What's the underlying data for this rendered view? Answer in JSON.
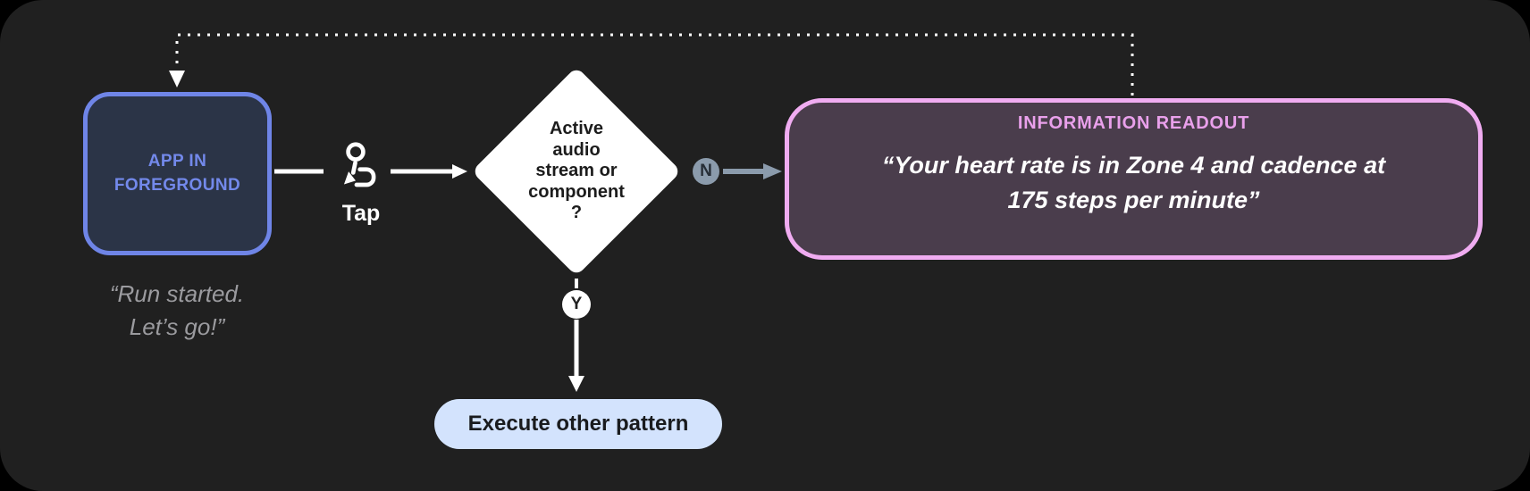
{
  "colors": {
    "canvas_bg": "#000000",
    "panel_bg": "#202020",
    "app_box_border": "#6F85E7",
    "app_box_fill": "#2B3447",
    "app_box_text": "#7389EB",
    "quote_text": "#9B9B9F",
    "white": "#FFFFFF",
    "diamond_fill": "#FFFFFF",
    "diamond_text": "#1C1C1C",
    "n_badge": "#8B9BAC",
    "badge_letter": "#262D36",
    "y_letter": "#212121",
    "readout_border": "#F0ACF1",
    "readout_fill": "#4A3D4C",
    "readout_title": "#E9A0EB",
    "pill_fill": "#D3E3FD",
    "pill_text": "#191B1E"
  },
  "nodes": {
    "app_box": {
      "label": "APP IN FOREGROUND"
    },
    "app_quote": {
      "line1": "“Run started.",
      "line2": "Let’s go!”"
    },
    "tap": {
      "label": "Tap"
    },
    "decision": {
      "lines": [
        "Active",
        "audio",
        "stream or",
        "component",
        "?"
      ]
    },
    "no_branch": {
      "label": "N"
    },
    "yes_branch": {
      "label": "Y"
    },
    "readout": {
      "title": "INFORMATION READOUT",
      "line1": "“Your heart rate is in Zone 4 and cadence at",
      "line2": "175 steps per minute”"
    },
    "execute": {
      "label": "Execute other pattern"
    }
  }
}
